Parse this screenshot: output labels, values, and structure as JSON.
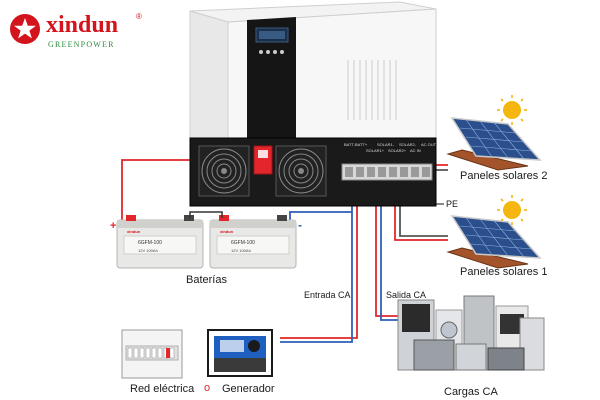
{
  "logo": {
    "name": "xindun",
    "registered_mark": "®",
    "tagline": "GREENPOWER",
    "brand_color": "#d4141c",
    "tagline_color": "#2b8a3e"
  },
  "inverter": {
    "port_labels": [
      "BATT-",
      "BATT+",
      "SOLAR1+",
      "SOLAR1-",
      "SOLAR2+",
      "SOLAR2-",
      "AC IN",
      "AC OUT"
    ]
  },
  "batteries": {
    "label": "Baterías",
    "plus_sign": "+",
    "minus_sign": "-",
    "units": [
      {
        "brand": "xindun",
        "model": "6GFM-100",
        "voltage": "12V 100Ah"
      },
      {
        "brand": "xindun",
        "model": "6GFM-100",
        "voltage": "12V 100Ah"
      }
    ]
  },
  "solar": {
    "panel_2_label": "Paneles solares 2",
    "panel_1_label": "Paneles solares 1",
    "pe_label": "PE"
  },
  "ac": {
    "input_label": "Entrada CA",
    "output_label": "Salida CA",
    "grid_label": "Red eléctrica",
    "separator": "o",
    "generator_label": "Generador",
    "loads_label": "Cargas CA"
  },
  "colors": {
    "positive_wire": "#e3262b",
    "negative_wire": "#2f5fb8",
    "ground_wire": "#7a7a7a"
  }
}
